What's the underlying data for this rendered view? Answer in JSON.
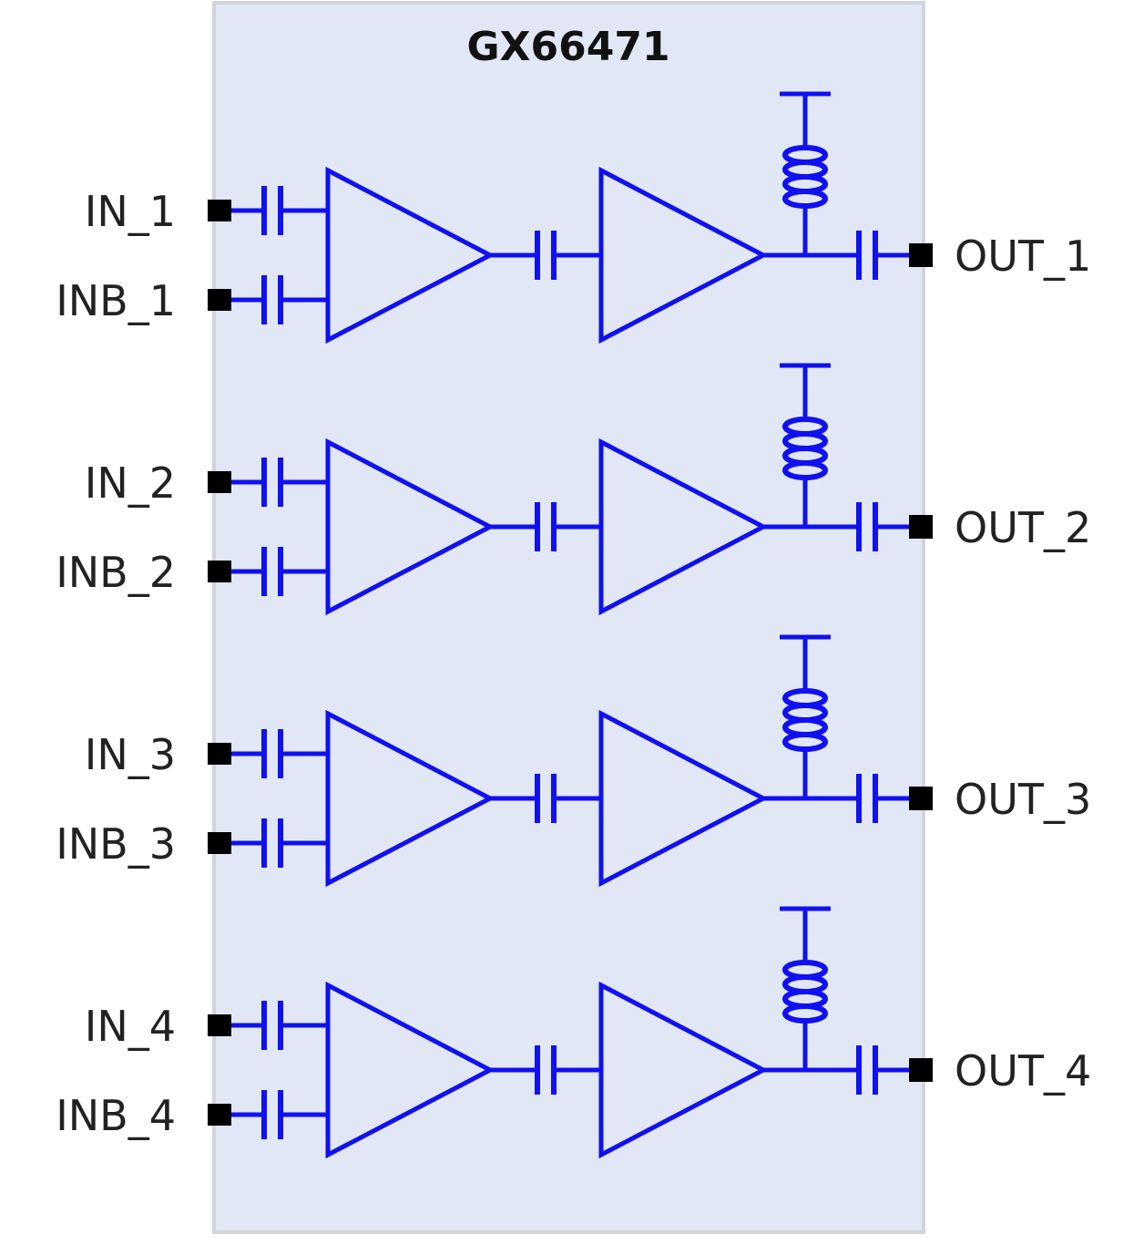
{
  "chip": {
    "name": "GX66471",
    "fill_color": "#e1e7f5",
    "wire_color": "#1010f0",
    "pin_color": "#000000"
  },
  "channels": [
    {
      "in_label": "IN_1",
      "inb_label": "INB_1",
      "out_label": "OUT_1"
    },
    {
      "in_label": "IN_2",
      "inb_label": "INB_2",
      "out_label": "OUT_2"
    },
    {
      "in_label": "IN_3",
      "inb_label": "INB_3",
      "out_label": "OUT_3"
    },
    {
      "in_label": "IN_4",
      "inb_label": "INB_4",
      "out_label": "OUT_4"
    }
  ],
  "components_per_channel": [
    "input-coupling-capacitor-in",
    "input-coupling-capacitor-inb",
    "differential-amplifier",
    "interstage-coupling-capacitor",
    "output-amplifier",
    "bias-inductor-to-supply",
    "output-coupling-capacitor"
  ]
}
